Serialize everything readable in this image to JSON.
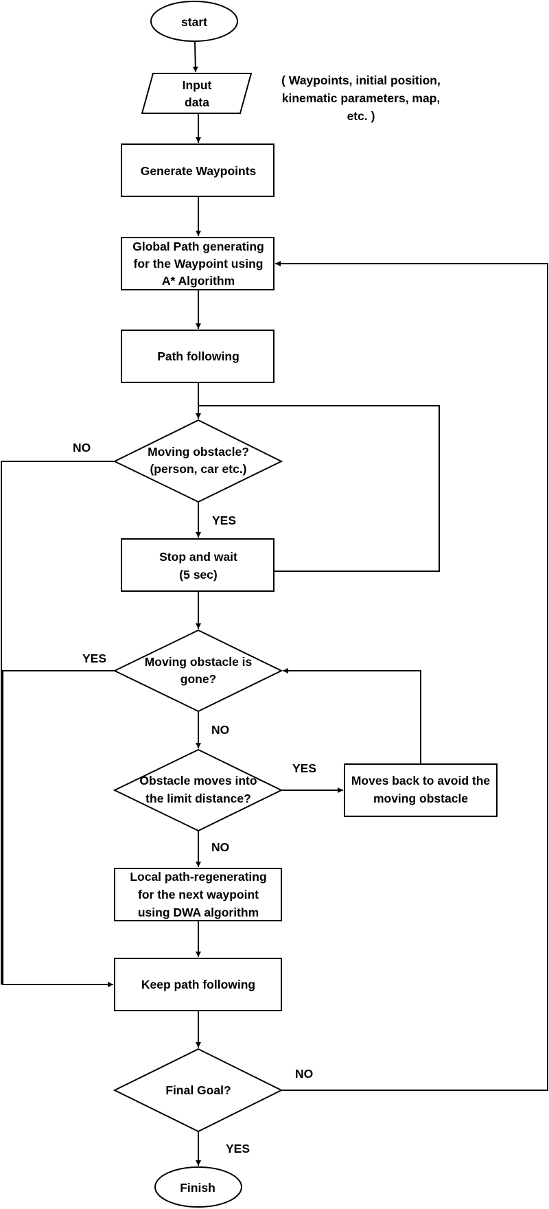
{
  "nodes": {
    "start": "start",
    "input_line1": "Input",
    "input_line2": "data",
    "note_line1": "( Waypoints, initial position,",
    "note_line2": "kinematic parameters, map,",
    "note_line3": "etc. )",
    "generate_waypoints": "Generate Waypoints",
    "global_path_line1": "Global Path generating",
    "global_path_line2": "for the Waypoint using",
    "global_path_line3": "A* Algorithm",
    "path_following": "Path following",
    "moving_obstacle_line1": "Moving obstacle?",
    "moving_obstacle_line2": "(person, car etc.)",
    "stop_wait_line1": "Stop and wait",
    "stop_wait_line2": "(5 sec)",
    "obstacle_gone_line1": "Moving obstacle is",
    "obstacle_gone_line2": "gone?",
    "limit_distance_line1": "Obstacle moves into",
    "limit_distance_line2": "the limit distance?",
    "moves_back_line1": "Moves back to avoid the",
    "moves_back_line2": "moving obstacle",
    "local_path_line1": "Local path-regenerating",
    "local_path_line2": "for the next waypoint",
    "local_path_line3": "using DWA algorithm",
    "keep_path_following": "Keep path following",
    "final_goal": "Final Goal?",
    "finish": "Finish"
  },
  "edge_labels": {
    "moving_obstacle_no": "NO",
    "moving_obstacle_yes": "YES",
    "obstacle_gone_yes": "YES",
    "obstacle_gone_no": "NO",
    "limit_distance_yes": "YES",
    "limit_distance_no": "NO",
    "final_goal_no": "NO",
    "final_goal_yes": "YES"
  }
}
